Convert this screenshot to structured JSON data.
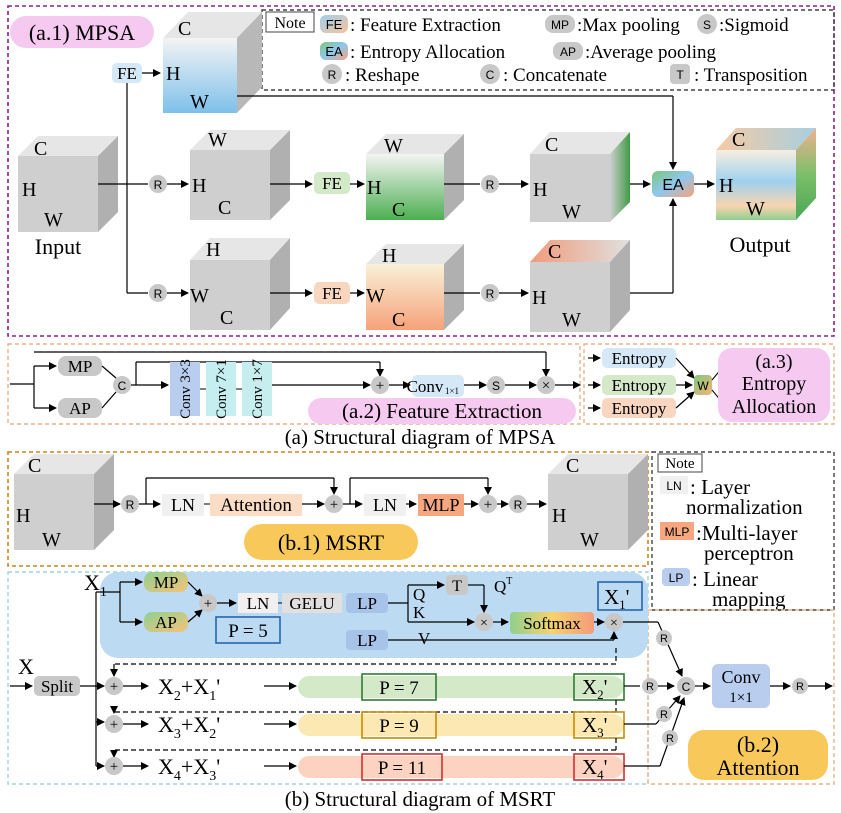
{
  "colors": {
    "mpsa_border": "#8b1f8f",
    "fe_border": "#e8b48a",
    "msrt_border": "#c9861d",
    "attention_border": "#9fd3df",
    "note_border": "#444444",
    "pink_label": "#f6c9f0",
    "yellow_label": "#f8c95a",
    "blue_panel": "#bcdaf2",
    "fe_fill": "#d4e8f7",
    "fe_peach": "#f9d6bf",
    "green_band": "#d4e9c8",
    "yellow_band": "#fbe8b2",
    "peach_band": "#fbd3c0",
    "circle_gray": "#c8c8c8",
    "lp_blue": "#b9cdee"
  },
  "top": {
    "title": "(a.1) MPSA",
    "note": {
      "label": "Note",
      "items": [
        {
          "tag": "FE",
          "text": ": Feature Extraction"
        },
        {
          "tag": "MP",
          "text": ":Max pooling"
        },
        {
          "tag": "S",
          "text": ":Sigmoid"
        },
        {
          "tag": "EA",
          "text": ": Entropy Allocation"
        },
        {
          "tag": "AP",
          "text": ":Average pooling"
        },
        {
          "tag": "R",
          "text": ": Reshape"
        },
        {
          "tag": "C",
          "text": ": Concatenate"
        },
        {
          "tag": "T",
          "text": ": Transposition"
        }
      ]
    },
    "fe_label": "FE",
    "ea_label": "EA",
    "r_label": "R",
    "input_label": "Input",
    "output_label": "Output",
    "cubes": {
      "input": [
        "C",
        "H",
        "W"
      ],
      "top_fe": [
        "C",
        "H",
        "W"
      ],
      "mid1": [
        "W",
        "H",
        "C"
      ],
      "mid2": [
        "W",
        "H",
        "C"
      ],
      "mid3": [
        "C",
        "H",
        "W"
      ],
      "low1": [
        "H",
        "W",
        "C"
      ],
      "low2": [
        "H",
        "W",
        "C"
      ],
      "low3": [
        "C",
        "H",
        "W"
      ],
      "output": [
        "C",
        "H",
        "W"
      ]
    }
  },
  "fe_row": {
    "mp": "MP",
    "ap": "AP",
    "c": "C",
    "conv1": "Conv 3×3",
    "conv2": "Conv 7×1",
    "conv3": "Conv 1×7",
    "plus": "+",
    "conv11": "Conv",
    "conv11_sub": "1×1",
    "s": "S",
    "times": "×",
    "label": "(a.2) Feature Extraction",
    "entropy": "Entropy",
    "w": "W",
    "ea_label_line1": "(a.3)",
    "ea_label_line2": "Entropy",
    "ea_label_line3": "Allocation"
  },
  "caption_a": "(a) Structural diagram of MPSA",
  "msrt": {
    "r": "R",
    "ln": "LN",
    "attention": "Attention",
    "mlp": "MLP",
    "label": "(b.1) MSRT",
    "cube_left": [
      "C",
      "H",
      "W"
    ],
    "cube_right": [
      "C",
      "H",
      "W"
    ],
    "note": {
      "label": "Note",
      "ln_tag": "LN",
      "ln_text1": ": Layer",
      "ln_text2": "normalization",
      "mlp_tag": "MLP",
      "mlp_text1": ":Multi-layer",
      "mlp_text2": "perceptron",
      "lp_tag": "LP",
      "lp_text1": ": Linear",
      "lp_text2": "mapping"
    }
  },
  "attention": {
    "x1": "X",
    "x1_sub": "1",
    "x": "X",
    "split": "Split",
    "mp": "MP",
    "ap": "AP",
    "ln": "LN",
    "gelu": "GELU",
    "lp": "LP",
    "p5": "P = 5",
    "q": "Q",
    "k": "K",
    "v": "V",
    "t": "T",
    "qt": "Q",
    "qt_sup": "T",
    "softmax": "Softmax",
    "x1p": "X",
    "x1p_sub": "1",
    "prime": "'",
    "rows": [
      {
        "expr_a": "X",
        "sub_a": "2",
        "expr_b": "+X",
        "sub_b": "1",
        "p": "P = 7",
        "out": "X",
        "out_sub": "2"
      },
      {
        "expr_a": "X",
        "sub_a": "3",
        "expr_b": "+X",
        "sub_b": "2",
        "p": "P = 9",
        "out": "X",
        "out_sub": "3"
      },
      {
        "expr_a": "X",
        "sub_a": "4",
        "expr_b": "+X",
        "sub_b": "3",
        "p": "P = 11",
        "out": "X",
        "out_sub": "4"
      }
    ],
    "conv": "Conv",
    "conv_sub": "1×1",
    "r": "R",
    "c": "C",
    "plus": "+",
    "label_line1": "(b.2)",
    "label_line2": "Attention"
  },
  "caption_b": "(b) Structural diagram of MSRT"
}
